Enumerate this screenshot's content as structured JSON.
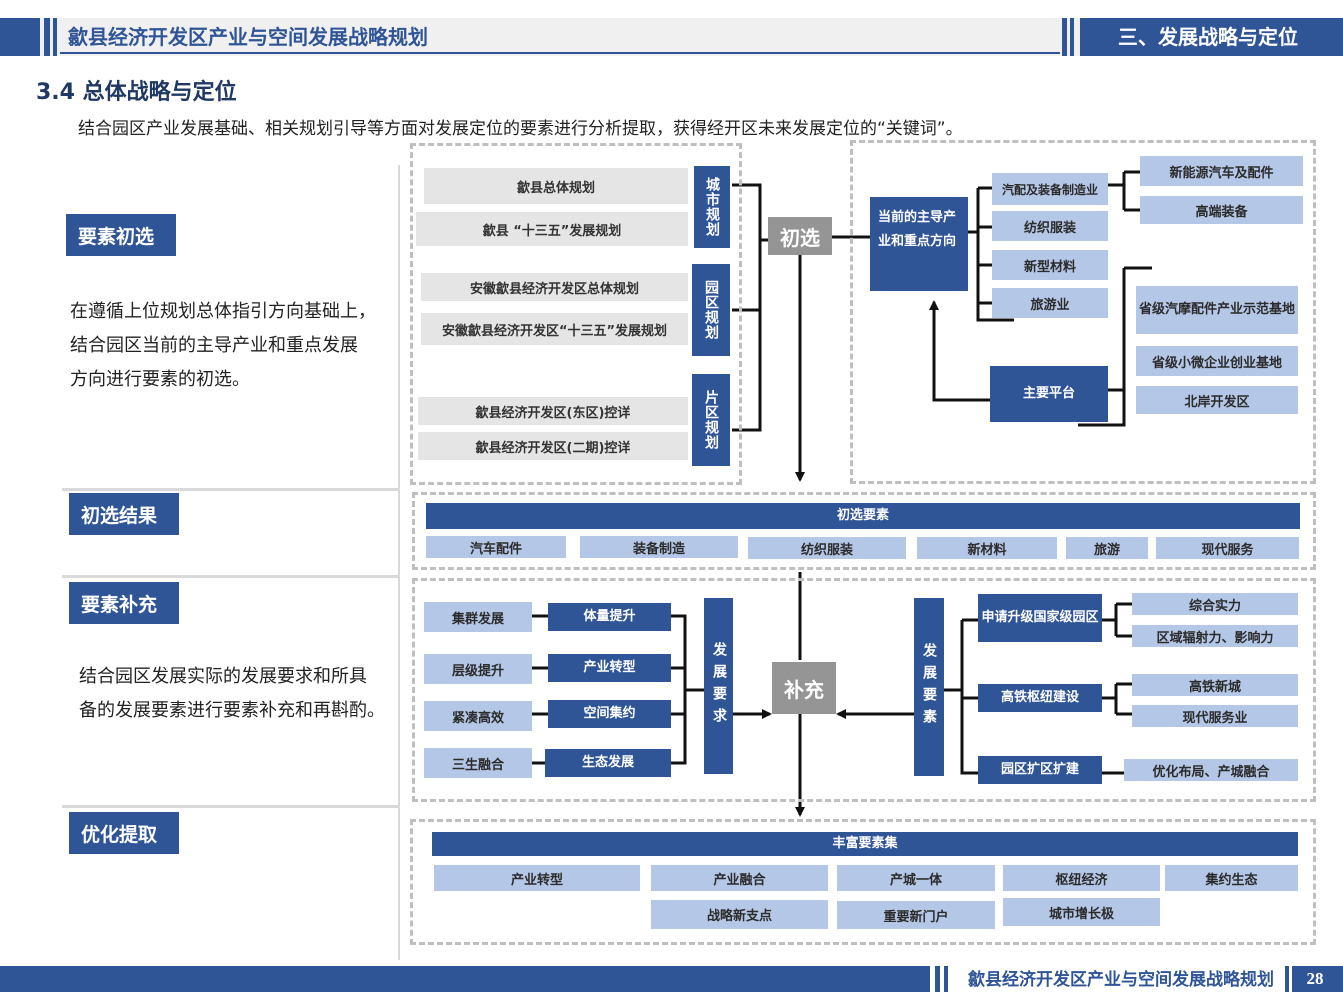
{
  "header": {
    "left_title": "歙县经济开发区产业与空间发展战略规划",
    "right_title": "三、发展战略与定位"
  },
  "section_title": "3.4 总体战略与定位",
  "intro": "结合园区产业发展基础、相关规划引导等方面对发展定位的要素进行分析提取，获得经开区未来发展定位的“关键词”。",
  "left": {
    "tag1": "要素初选",
    "desc1": [
      "在遵循上位规划总体指引方向基础上，",
      "结合园区当前的主导产业和重点发展",
      "方向进行要素的初选。"
    ],
    "tag2": "初选结果",
    "tag3": "要素补充",
    "desc3": [
      "结合园区发展实际的发展要求和所具",
      "备的发展要素进行要素补充和再斟酌。"
    ],
    "tag4": "优化提取"
  },
  "plans": {
    "items": [
      "歙县总体规划",
      "歙县 “十三五”发展规划",
      "安徽歙县经济开发区总体规划",
      "安徽歙县经济开发区“十三五”发展规划",
      "歙县经济开发区(东区)控详",
      "歙县经济开发区(二期)控详"
    ],
    "city": "城市规划",
    "park": "园区规划",
    "area": "片区规划"
  },
  "chuxuan": "初选",
  "current": {
    "label": "当前的主导产业和重点方向",
    "industries": [
      "汽配及装备制造业",
      "纺织服装",
      "新型材料",
      "旅游业"
    ],
    "sub": [
      "新能源汽车及配件",
      "高端装备"
    ],
    "platform": "主要平台",
    "platforms": [
      "省级汽摩配件产业示范基地",
      "省级小微企业创业基地",
      "北岸开发区"
    ]
  },
  "result": {
    "title": "初选要素",
    "items": [
      "汽车配件",
      "装备制造",
      "纺织服装",
      "新材料",
      "旅游",
      "现代服务"
    ]
  },
  "supplement": {
    "center": "补充",
    "left_col": [
      "集群发展",
      "层级提升",
      "紧凑高效",
      "三生融合"
    ],
    "mid_col": [
      "体量提升",
      "产业转型",
      "空间集约",
      "生态发展"
    ],
    "req": "发展要求",
    "elem": "发展要素",
    "right": [
      "申请升级国家级园区",
      "高铁枢纽建设",
      "园区扩区扩建"
    ],
    "right_sub": [
      "综合实力",
      "区域辐射力、影响力",
      "高铁新城",
      "现代服务业",
      "优化布局、产城融合"
    ]
  },
  "final": {
    "title": "丰富要素集",
    "row1": [
      "产业转型",
      "产业融合",
      "产城一体",
      "枢纽经济",
      "集约生态"
    ],
    "row2": [
      "战略新支点",
      "重要新门户",
      "城市增长极"
    ]
  },
  "footer": {
    "title": "歙县经济开发区产业与空间发展战略规划",
    "page": "28"
  }
}
